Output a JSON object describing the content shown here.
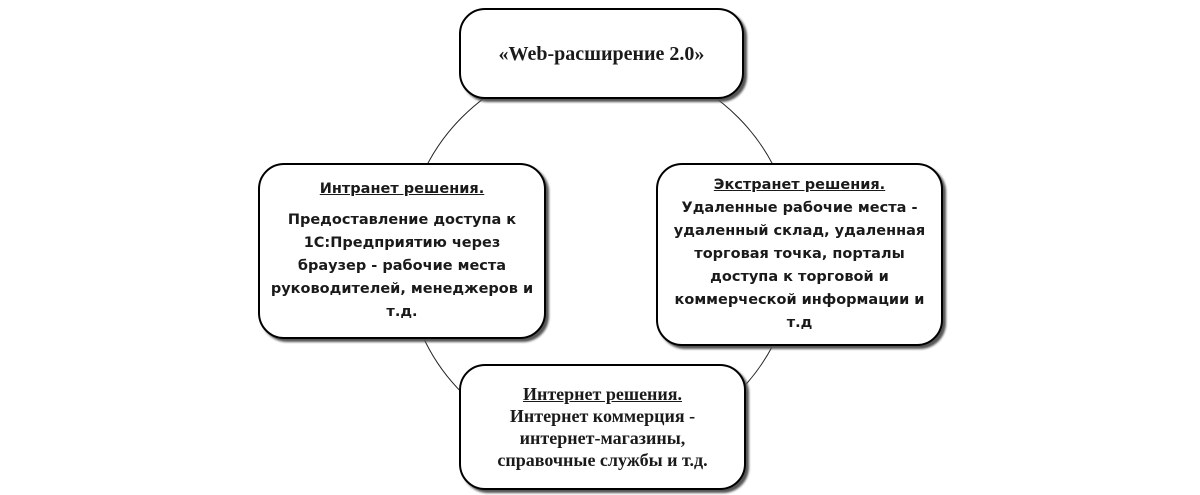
{
  "center": {
    "title": "«Web-расширение 2.0»"
  },
  "intranet": {
    "heading": "Интранет решения.",
    "body": "Предоставление доступа к\n1С:Предприятию через\nбраузер - рабочие места\nруководителей, менеджеров и\nт.д."
  },
  "extranet": {
    "heading": "Экстранет решения.",
    "body": "Удаленные рабочие места -\nудаленный склад, удаленная\nторговая точка, порталы\nдоступа к торговой и\nкоммерческой информации и\nт.д"
  },
  "internet": {
    "heading": "Интернет решения.",
    "body": "Интернет коммерция  -\nинтернет-магазины,\nсправочные службы и т.д."
  }
}
